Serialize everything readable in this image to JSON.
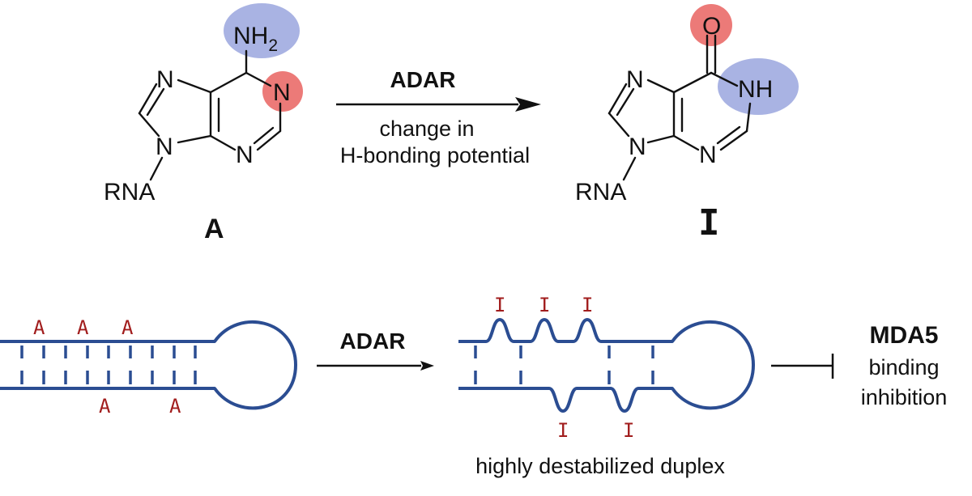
{
  "colors": {
    "blue_highlight": "#a9b3e3",
    "red_highlight": "#ec7a78",
    "rna_strand": "#2b4d92",
    "base_label": "#a11d1d",
    "text": "#111111"
  },
  "reaction": {
    "enzyme": "ADAR",
    "description_line1": "change in",
    "description_line2": "H-bonding potential"
  },
  "adenosine": {
    "label": "A",
    "amino": "NH",
    "amino_subscript": "2",
    "n1": "N",
    "n3": "N",
    "n7": "N",
    "n9": "N",
    "substituent": "RNA"
  },
  "inosine": {
    "label": "I",
    "carbonyl": "O",
    "nh": "NH",
    "n3": "N",
    "n7": "N",
    "n9": "N",
    "substituent": "RNA"
  },
  "hairpin_edit": {
    "enzyme": "ADAR",
    "unedited_top_bases": [
      "A",
      "A",
      "A"
    ],
    "unedited_bottom_bases": [
      "A",
      "A"
    ],
    "edited_top_bases": [
      "I",
      "I",
      "I"
    ],
    "edited_bottom_bases": [
      "I",
      "I"
    ],
    "duplex_caption": "highly destabilized duplex"
  },
  "outcome": {
    "title": "MDA5",
    "line1": "binding",
    "line2": "inhibition"
  }
}
